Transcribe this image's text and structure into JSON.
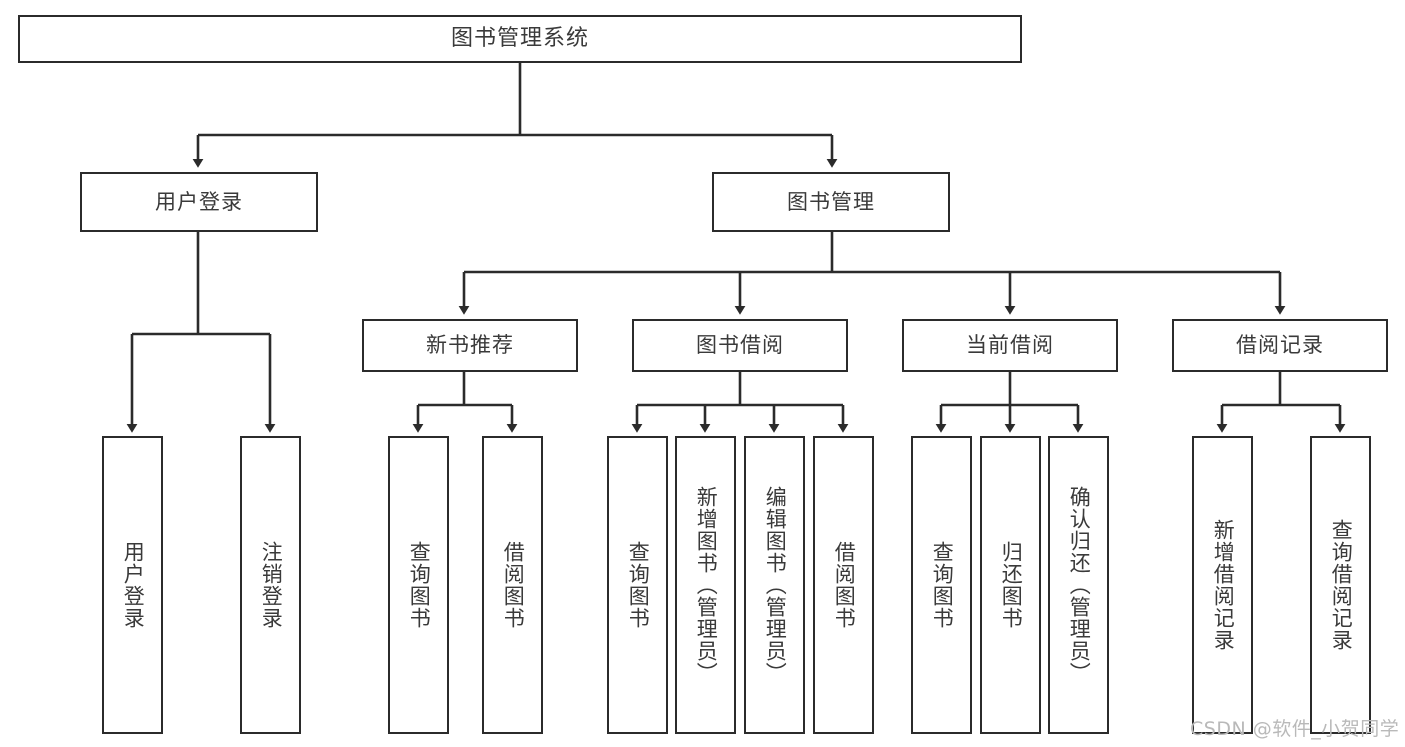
{
  "diagram": {
    "title": "图书管理系统",
    "type": "hierarchy-tree",
    "orientation": "top-down",
    "colors": {
      "box_border": "#2b2b2b",
      "box_fill": "#ffffff",
      "text": "#3a3a3a",
      "connector": "#2b2b2b",
      "watermark": "#b9b9b9"
    }
  },
  "root": {
    "label": "图书管理系统"
  },
  "level2": [
    {
      "label": "用户登录"
    },
    {
      "label": "图书管理"
    }
  ],
  "level3": [
    {
      "label": "新书推荐"
    },
    {
      "label": "图书借阅"
    },
    {
      "label": "当前借阅"
    },
    {
      "label": "借阅记录"
    }
  ],
  "leaves": {
    "user_login": [
      {
        "label": "用户登录"
      },
      {
        "label": "注销登录"
      }
    ],
    "new_book_recommend": [
      {
        "label": "查询图书"
      },
      {
        "label": "借阅图书"
      }
    ],
    "book_borrow": [
      {
        "label": "查询图书"
      },
      {
        "label": "新增图书（管理员）"
      },
      {
        "label": "编辑图书（管理员）"
      },
      {
        "label": "借阅图书"
      }
    ],
    "current_borrow": [
      {
        "label": "查询图书"
      },
      {
        "label": "归还图书"
      },
      {
        "label": "确认归还（管理员）"
      }
    ],
    "borrow_record": [
      {
        "label": "新增借阅记录"
      },
      {
        "label": "查询借阅记录"
      }
    ]
  },
  "watermark": {
    "text": "CSDN @软件_小贺同学"
  }
}
